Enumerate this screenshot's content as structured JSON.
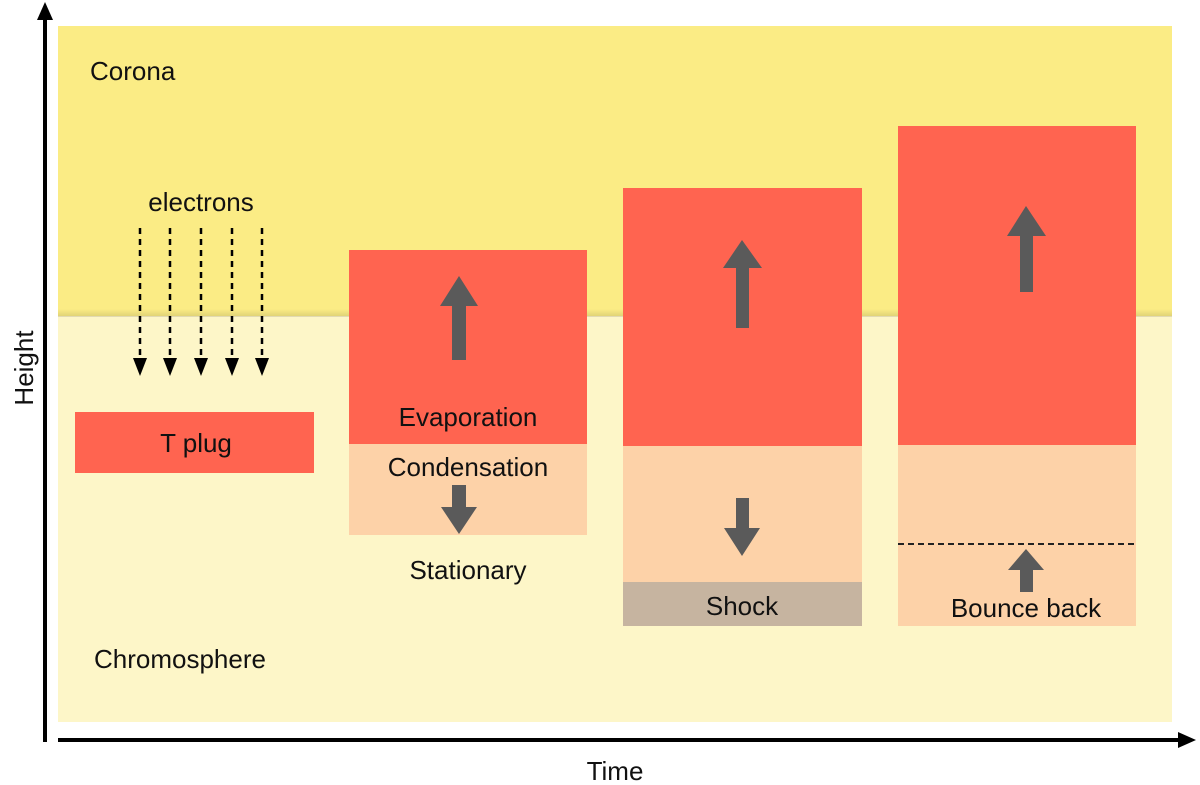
{
  "labels": {
    "corona": "Corona",
    "chromosphere": "Chromosphere",
    "electrons": "electrons",
    "t_plug": "T plug",
    "evaporation": "Evaporation",
    "condensation": "Condensation",
    "stationary": "Stationary",
    "shock": "Shock",
    "bounce_back": "Bounce back",
    "x_axis": "Time",
    "y_axis": "Height"
  },
  "colors": {
    "corona": "#FBEC85",
    "chromosphere": "#FDF6C8",
    "hot_plasma": "#FF6450",
    "condensation": "#FDD2A8",
    "shock": "#C6B4A0",
    "arrow": "#5A5A5A",
    "axis": "#000000"
  }
}
